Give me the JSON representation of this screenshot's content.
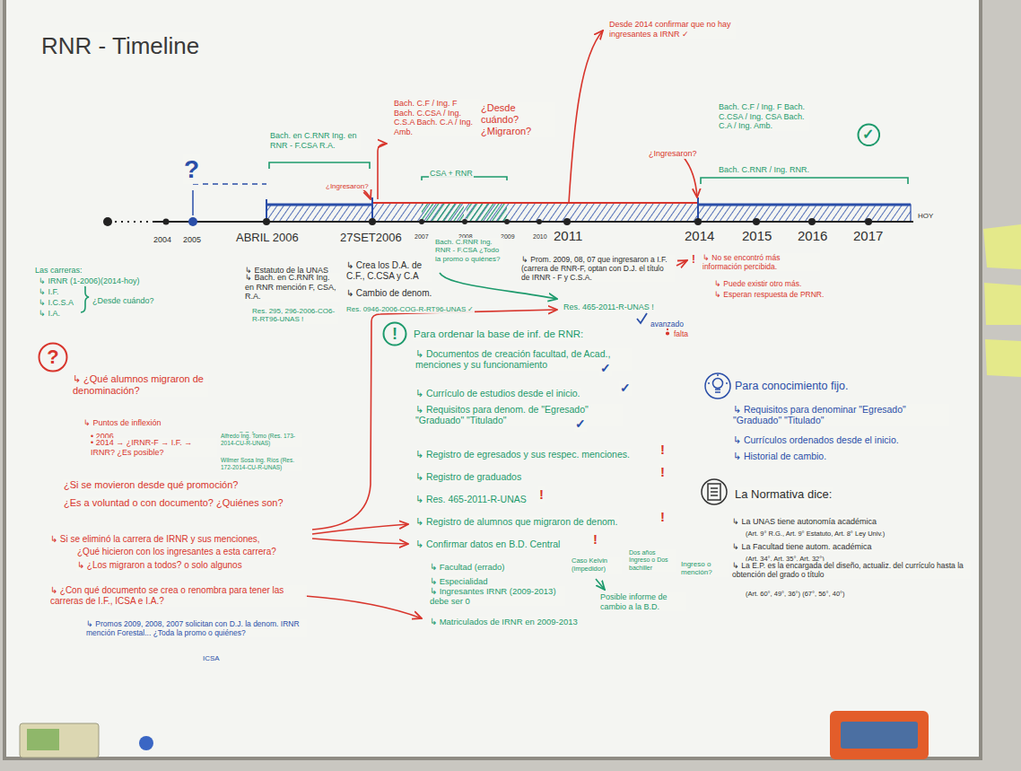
{
  "diagram": {
    "title": "RNR - Timeline",
    "nodes": [
      {
        "text": [
          "✓"
        ]
      },
      {
        "text": [
          "?"
        ]
      },
      {
        "text": [
          "!"
        ]
      }
    ],
    "labels": [
      "Bach. en C.RNR Ing. en RNR - F.CSA R.A.",
      "¿Ingresaron?",
      "Bach. C.F / Ing. F Bach. C.CSA / Ing. C.S.A Bach. C.A / Ing. Amb.",
      "¿Desde cuándo? ¿Migraron?",
      "CSA + RNR",
      "Desde 2014 confirmar que no hay ingresantes a IRNR ✓",
      "¿Ingresaron?",
      "Bach. C.F / Ing. F Bach. C.CSA / Ing. CSA Bach. C.A / Ing. Amb.",
      "Bach. C.RNR / Ing. RNR.",
      "HOY",
      "2004",
      "2005",
      "ABRIL 2006",
      "27SET2006",
      "2007",
      "2008",
      "2009",
      "2010",
      "2011",
      "2014",
      "2015",
      "2016",
      "2017",
      "?",
      "Las carreras:",
      "↳ IRNR (1-2006)(2014-hoy)",
      "↳ I.F.",
      "↳ I.C.S.A",
      "↳ I.A.",
      "¿Desde cuándo?",
      "↳ Estatuto de la UNAS",
      "↳ Bach. en C.RNR Ing. en RNR mención F, CSA, R.A.",
      "Res. 295, 296-2006-CO6-R-RT96-UNAS !",
      "↳ Crea los D.A. de C.F., C.CSA y C.A",
      "↳ Cambio de denom.",
      "Res. 0946-2006-COG-R-RT96-UNAS ✓",
      "Bach. C.RNR Ing. RNR - F.CSA ¿Todo la promo o quiénes?",
      "↳ Prom. 2009, 08, 07 que ingresaron a I.F. (carrera de RNR-F, optan con D.J. el título de IRNR - F y C.S.A.",
      "Res. 465-2011-R-UNAS !",
      "!",
      "↳ No se encontró más información percibida.",
      "↳ Puede existir otro más.",
      "↳ Esperan respuesta de PRNR.",
      "↳ ¿Qué alumnos migraron de denominación?",
      "↳ Puntos de inflexión",
      "• 2006",
      "• 2014 → ¿IRNR-F → I.F. → IRNR? ¿Es posible?",
      "C.S.A",
      "Alfredo Ing. Tomo (Res. 173-2014-CU-R-UNAS)",
      "R.A.",
      "Wilmer Sosa Ing. Ríos (Res. 172-2014-CU-R-UNAS)",
      "¿Si se movieron desde qué promoción?",
      "¿Es a voluntad o con documento? ¿Quiénes son?",
      "↳ Si se eliminó la carrera de IRNR y sus menciones,",
      "¿Qué hicieron con los ingresantes a esta carrera?",
      "↳ ¿Los migraron a todos? o solo algunos",
      "↳ ¿Con qué documento se crea o renombra para tener las carreras de I.F., ICSA e I.A.?",
      "↳ Promos 2009, 2008, 2007 solicitan con D.J. la denom. IRNR mención Forestal... ¿Toda la promo o quiénes?",
      "ICSA",
      "Para ordenar la base de inf. de RNR:",
      "↳ Documentos de creación facultad, de Acad., menciones y su funcionamiento",
      "✓",
      "↳ Currículo de estudios desde el inicio.",
      "✓",
      "↳ Requisitos para denom. de \"Egresado\" \"Graduado\" \"Titulado\"",
      "✓",
      "↳ Registro de egresados y sus respec. menciones.",
      "!",
      "↳ Registro de graduados",
      "!",
      "↳ Res. 465-2011-R-UNAS",
      "!",
      "↳ Registro de alumnos que migraron de denom.",
      "!",
      "↳ Confirmar datos en B.D. Central",
      "!",
      "↳ Facultad (errado)",
      "↳ Especialidad",
      "↳ Ingresantes IRNR (2009-2013) debe ser 0",
      "↳ Matriculados de IRNR en 2009-2013",
      "Caso Kelvin (impedidor)",
      "Dos años Ingreso o Dos bachiller",
      "Ingreso o mención?",
      "Posible informe de cambio a la B.D.",
      "Para conocimiento fijo.",
      "↳ Requisitos para denominar \"Egresado\" \"Graduado\" \"Titulado\"",
      "↳ Currículos ordenados desde el inicio.",
      "↳ Historial de cambio.",
      "La Normativa dice:",
      "↳ La UNAS tiene autonomía académica",
      "(Art. 9° R.G., Art. 9° Estatuto, Art. 8° Ley Univ.)",
      "↳ La Facultad tiene autom. académica",
      "(Art. 34°, Art. 35°, Art. 32°)",
      "↳ La E.P. es la encargada del diseño, actualiz. del currículo hasta la obtención del grado o título",
      "(Art. 60°, 49°, 36°) (67°, 56°, 40°)"
    ],
    "legend": [
      {
        "text": "avanzado"
      },
      {
        "text": "falta"
      }
    ]
  }
}
